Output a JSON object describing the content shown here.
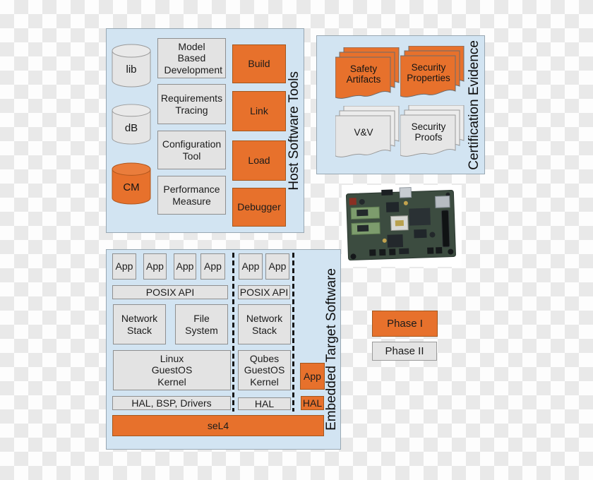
{
  "palette": {
    "orange": "#e7712c",
    "panel_blue": "#d2e4f2",
    "box_gray": "#e3e3e3",
    "checker_gray": "#e9e9e9",
    "checker_white": "#fdfdfd"
  },
  "host_tools": {
    "title": "Host Software Tools",
    "cylinders": [
      {
        "label": "lib",
        "color": "gray"
      },
      {
        "label": "dB",
        "color": "gray"
      },
      {
        "label": "CM",
        "color": "orange"
      }
    ],
    "process_boxes": [
      "Model Based Development",
      "Requirements Tracing",
      "Configuration Tool",
      "Performance Measure"
    ],
    "tool_boxes": [
      "Build",
      "Link",
      "Load",
      "Debugger"
    ]
  },
  "certification": {
    "title": "Certification Evidence",
    "stacks": [
      {
        "label": "Safety Artifacts",
        "color": "orange"
      },
      {
        "label": "Security Properties",
        "color": "orange"
      },
      {
        "label": "V&V",
        "color": "gray"
      },
      {
        "label": "Security Proofs",
        "color": "gray"
      }
    ]
  },
  "embedded": {
    "title": "Embedded Target Software",
    "partition_linux": {
      "apps": [
        "App",
        "App",
        "App",
        "App"
      ],
      "posix": "POSIX API",
      "services": [
        "Network Stack",
        "File System"
      ],
      "kernel": "Linux GuestOS Kernel",
      "hal": "HAL, BSP, Drivers"
    },
    "partition_qubes": {
      "apps": [
        "App",
        "App"
      ],
      "posix": "POSIX API",
      "services": [
        "Network Stack"
      ],
      "kernel": "Qubes GuestOS Kernel",
      "hal": "HAL"
    },
    "partition_native": {
      "app": "App",
      "hal": "HAL"
    },
    "microkernel": "seL4"
  },
  "legend": {
    "phase1": "Phase I",
    "phase2": "Phase II"
  }
}
